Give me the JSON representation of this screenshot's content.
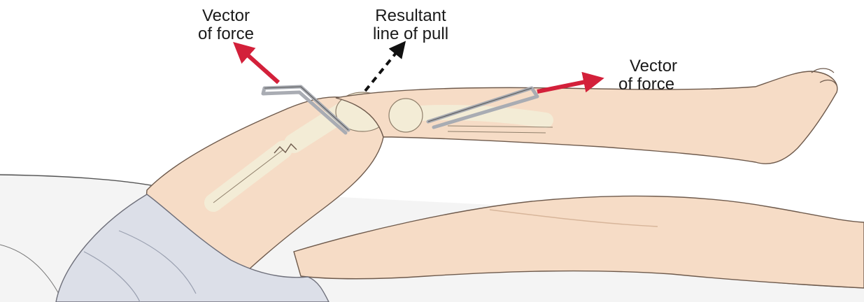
{
  "labels": {
    "vector_left": {
      "line1": "Vector",
      "line2": "of force"
    },
    "resultant": {
      "line1": "Resultant",
      "line2": "line of pull"
    },
    "vector_right": {
      "line1": "Vector",
      "line2": "of force"
    }
  },
  "colors": {
    "force_arrow": "#d3203a",
    "resultant_arrow": "#111111",
    "skin": "#f6dcc6",
    "skin_shadow": "#e8c1a3",
    "bone": "#f3ecd6",
    "drape": "#dcdfe8",
    "bed": "#f1f1f1",
    "traction_bow": "#a9acb3"
  }
}
